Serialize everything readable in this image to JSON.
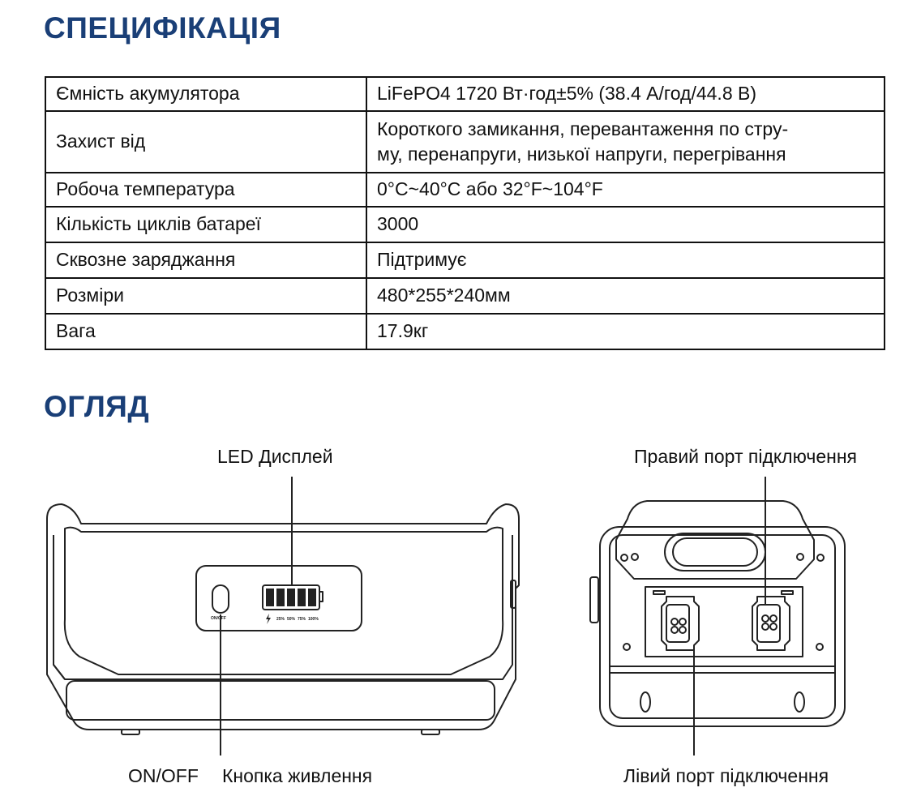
{
  "spec_title": "СПЕЦИФІКАЦІЯ",
  "spec_rows": [
    {
      "key": "Ємність акумулятора",
      "value": "LiFePO4 1720 Вт·год±5% (38.4 А/год/44.8 В)"
    },
    {
      "key": "Захист від",
      "value": "Короткого замикання, перевантаження по стру-\nму, перенапруги, низької напруги, перегрівання"
    },
    {
      "key": "Робоча температура",
      "value": "0°C~40°C або 32°F~104°F"
    },
    {
      "key": "Кількість циклів батареї",
      "value": "3000"
    },
    {
      "key": "Сквозне заряджання",
      "value": "Підтримує"
    },
    {
      "key": "Розміри",
      "value": "480*255*240мм"
    },
    {
      "key": "Вага",
      "value": "17.9кг"
    }
  ],
  "overview_title": "ОГЛЯД",
  "callouts": {
    "led_display": "LED  Дисплей",
    "on_off": "ON/OFF",
    "power_button": "Кнопка живлення",
    "right_port": "Правий порт підключення",
    "left_port": "Лівий порт підключення"
  },
  "panel": {
    "button_label": "ON/OFF",
    "battery_levels": [
      "25%",
      "50%",
      "75%",
      "100%"
    ],
    "charge_icon": "lightning-icon"
  }
}
